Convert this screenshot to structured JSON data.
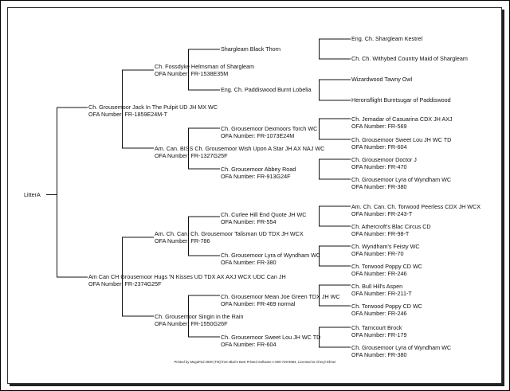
{
  "pedigree": {
    "root": "LitterA",
    "sire": {
      "name": "Ch. Grousemoor Jack In The Pulpit UD JH MX WC",
      "ofa": "OFA Number: FR-1859E24M-T"
    },
    "dam": {
      "name": "Am Can CH Grousemoor Hugs 'N Kisses UD TDX AX AXJ WCX UDC Can JH",
      "ofa": "OFA Number: FR-2374G25F"
    },
    "sire_sire": {
      "name": "Ch. Fossdyke Helmsman of Shargleam",
      "ofa": "OFA Number: FR-1538E35M"
    },
    "sire_dam": {
      "name": "Am. Can. BISS Ch. Grousemoor Wish Upon A Star JH AX NAJ WC",
      "ofa": "OFA Number: FR-1327G25F"
    },
    "dam_sire": {
      "name": "Am. Ch. Can. Ch. Grousemoor Talisman UD TDX JH WCX",
      "ofa": "OFA Number: FR-786"
    },
    "dam_dam": {
      "name": "Ch. Grousemoor Singin in the Rain",
      "ofa": "OFA Number: FR-1550G26F"
    },
    "g3": [
      {
        "name": "Shargleam Black Thorn",
        "ofa": ""
      },
      {
        "name": "Eng. Ch. Paddiswood Burnt Lobelia",
        "ofa": ""
      },
      {
        "name": "Ch. Grousemoor Dexmoors Torch WC",
        "ofa": "OFA Number: FR-1073E24M"
      },
      {
        "name": "Ch. Grousemoor Abbey Road",
        "ofa": "OFA Number: FR-913G24F"
      },
      {
        "name": "Ch. Curlee Hill End Quote JH WC",
        "ofa": "OFA Number: FR-554"
      },
      {
        "name": "Ch. Grousemoor Lyra of Wyndham WC",
        "ofa": "OFA Number: FR-380"
      },
      {
        "name": "Ch. Grousemoor Mean Joe Green TDX JH WC",
        "ofa": "OFA Number: FR-469 normal"
      },
      {
        "name": "Ch. Grousemoor Sweet Lou JH WC TD",
        "ofa": "OFA Number: FR-604"
      }
    ],
    "g4": [
      {
        "name": "Eng. Ch. Shargleam Kestrel",
        "ofa": ""
      },
      {
        "name": "Ch. Ch. Withybed Country Maid of Shargleam",
        "ofa": ""
      },
      {
        "name": "Wizardwood Tawny Owl",
        "ofa": ""
      },
      {
        "name": "Heronsflight Burntsugar of Paddiswood",
        "ofa": ""
      },
      {
        "name": "Ch. Jemadar of Casuarina CDX JH AXJ",
        "ofa": "OFA Number: FR-569"
      },
      {
        "name": "Ch. Grousemoor Sweet Lou JH WC TD",
        "ofa": "OFA Number: FR-604"
      },
      {
        "name": "Ch. Grousemoor Doctor J",
        "ofa": "OFA Number: FR-470"
      },
      {
        "name": "Ch. Grousemoor Lyra of Wyndham WC",
        "ofa": "OFA Number: FR-380"
      },
      {
        "name": "Am. Ch. Can. Ch. Torwood Peerless CDX JH WCX",
        "ofa": "OFA Number: FR-243-T"
      },
      {
        "name": "Ch. Athercroft's Blac Circus CD",
        "ofa": "OFA Number: FR-98-T"
      },
      {
        "name": "Ch. Wyndham's Feisty WC",
        "ofa": "OFA Number: FR-70"
      },
      {
        "name": "Ch. Torwood Poppy CD WC",
        "ofa": "OFA Number: FR-246"
      },
      {
        "name": "Ch. Bull Hill's Aspen",
        "ofa": "OFA Number: FR-211-T"
      },
      {
        "name": "Ch. Torwood Poppy CD WC",
        "ofa": "OFA Number: FR-246"
      },
      {
        "name": "Ch. Tarncourt Brock",
        "ofa": "OFA Number: FR-179"
      },
      {
        "name": "Ch. Grousemoor Lyra of Wyndham WC",
        "ofa": "OFA Number: FR-380"
      }
    ]
  },
  "footer": "Printed by MegaPed 2000 (TM) from Blair's Best Printed Software 1-800-749-9064, Licensed to Cheryl Kilmer"
}
